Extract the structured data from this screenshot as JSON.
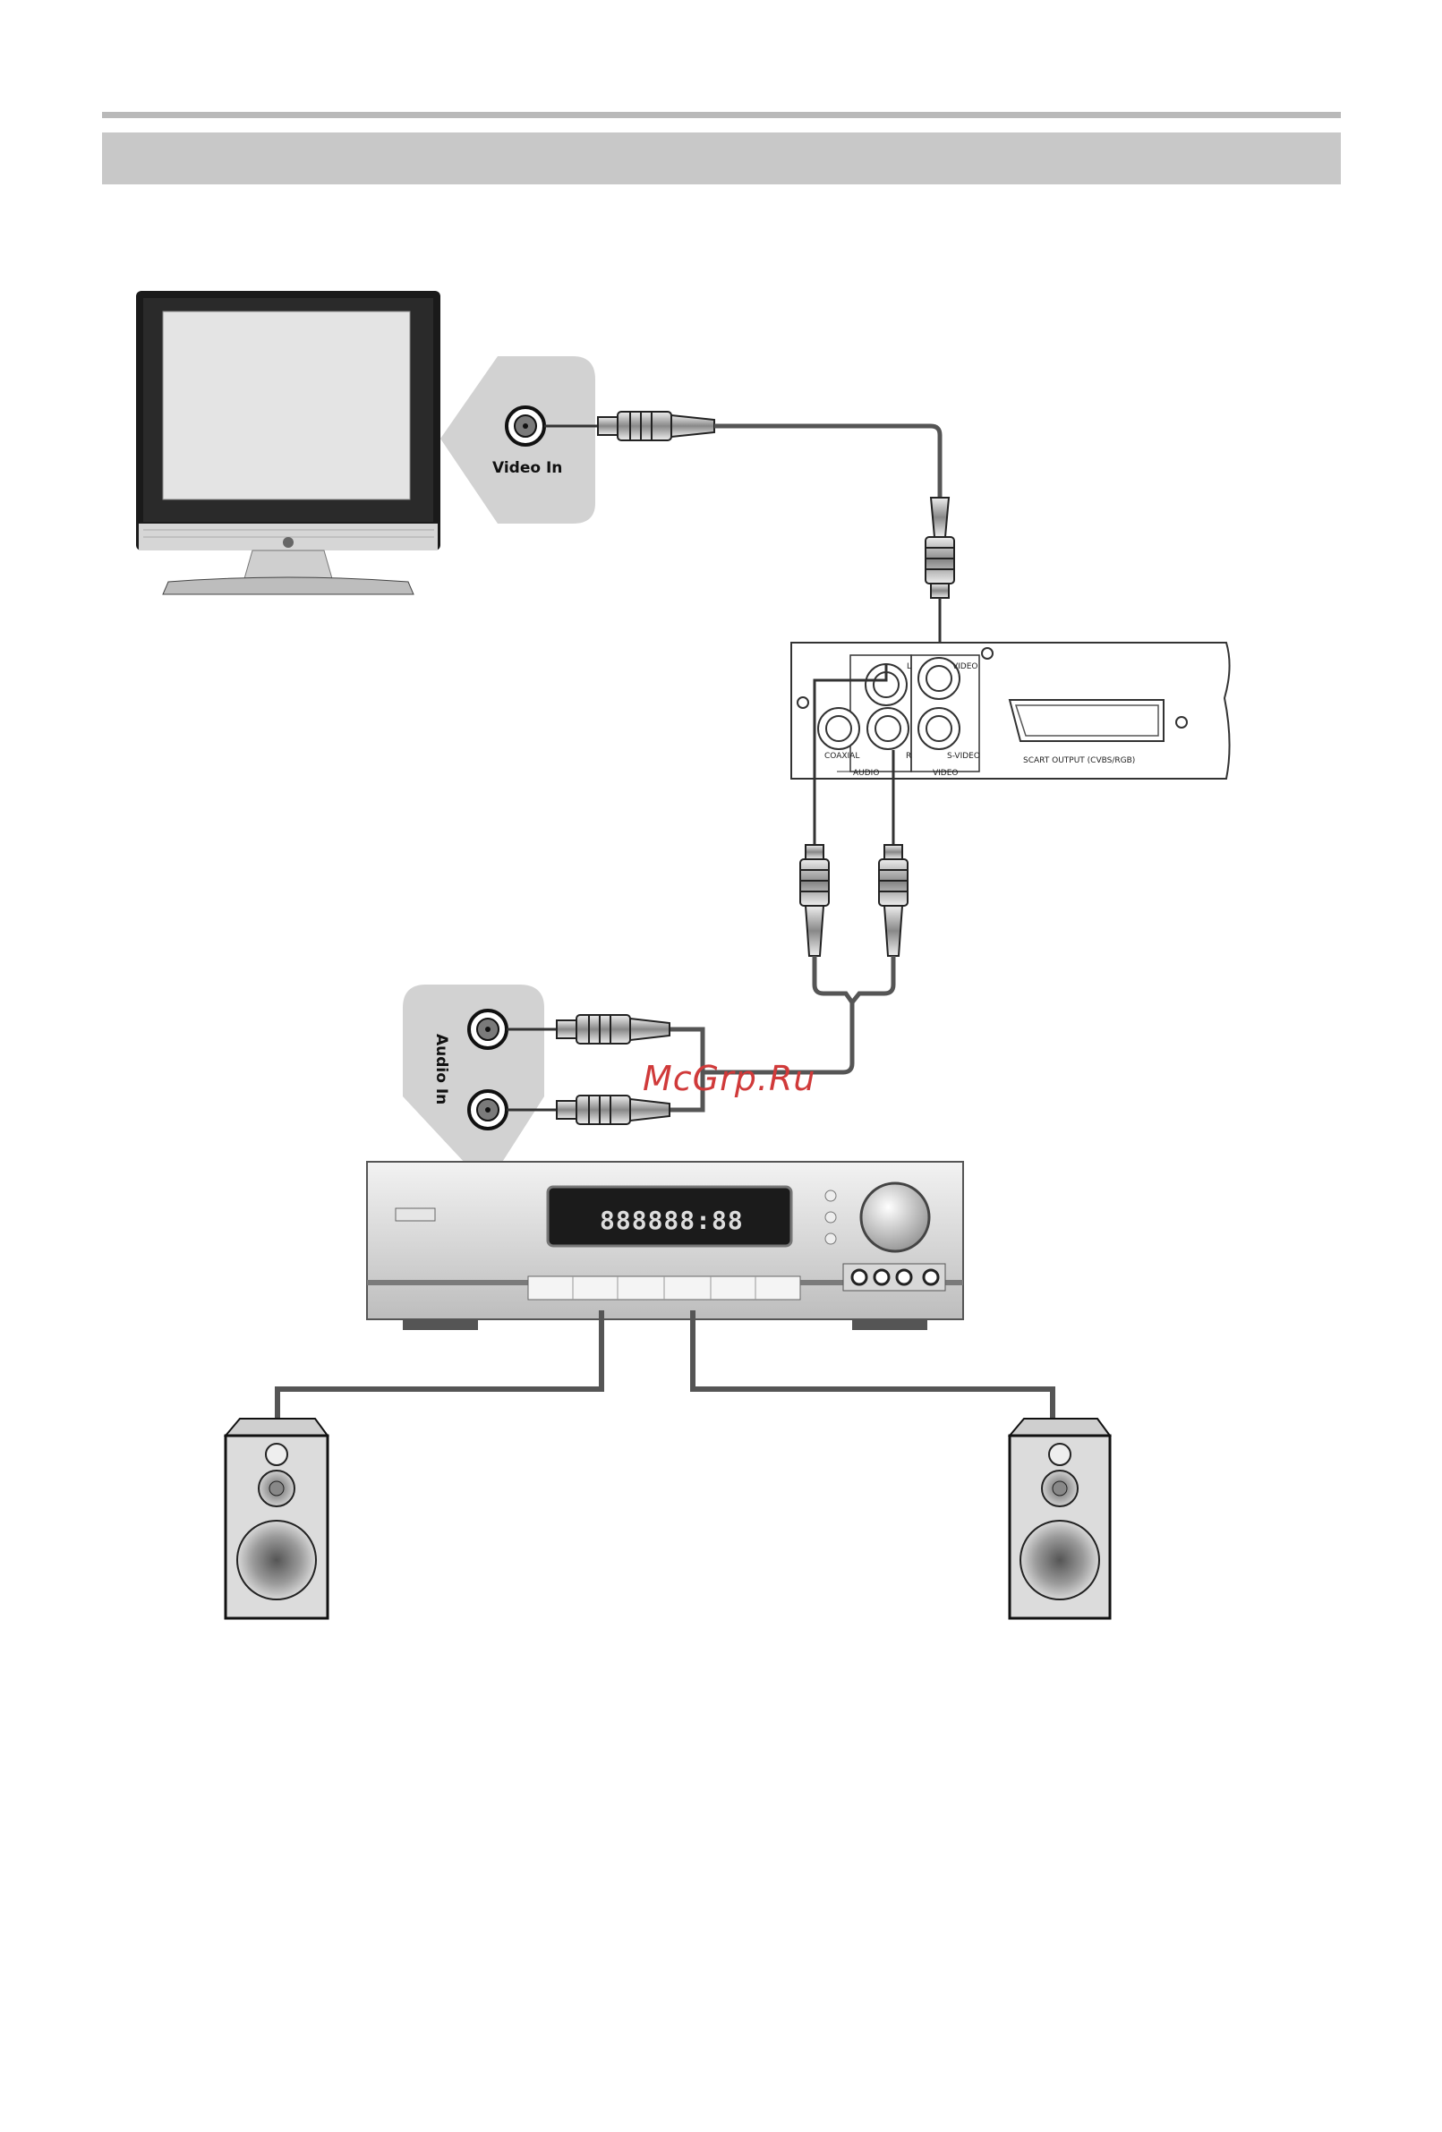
{
  "labels": {
    "tv_video_in": "Video In",
    "receiver_audio_in": "Audio In",
    "panel_l": "L",
    "panel_r": "R",
    "panel_video": "VIDEO",
    "panel_svideo": "S-VIDEO",
    "panel_coaxial": "COAXIAL",
    "panel_audio_group": "AUDIO",
    "panel_video_group": "VIDEO",
    "panel_scart": "SCART OUTPUT (CVBS/RGB)",
    "receiver_display": "888888:88"
  },
  "watermark": "McGrp.Ru",
  "colors": {
    "header_band": "#c8c8c8",
    "callout_bg": "#d2d2d2",
    "cable": "#555555",
    "watermark": "#d03a3a"
  }
}
